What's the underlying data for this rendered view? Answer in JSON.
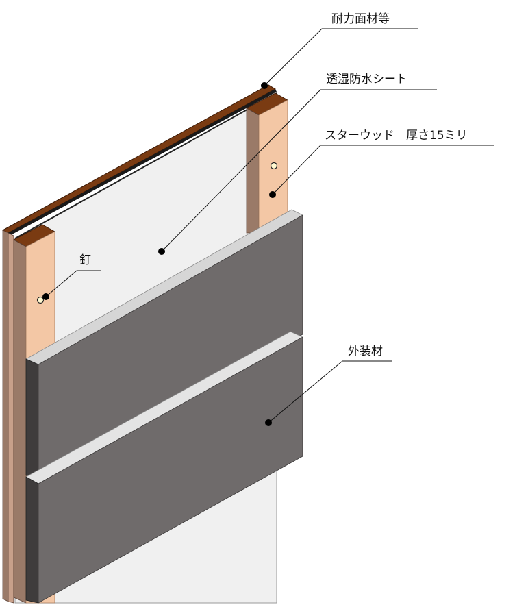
{
  "labels": {
    "structural_panel": "耐力面材等",
    "moisture_sheet": "透湿防水シート",
    "star_wood": "スターウッド　厚さ15ミリ",
    "nail": "釘",
    "exterior": "外装材"
  },
  "colors": {
    "wood_face": "#f3c7a5",
    "wood_side": "#9a7a68",
    "panel_brown": "#7a3b12",
    "sheet": "#f0f0f0",
    "cladding_face": "#6f6b6b",
    "cladding_side": "#3f3c3c",
    "cladding_top": "#d6d6d6"
  }
}
